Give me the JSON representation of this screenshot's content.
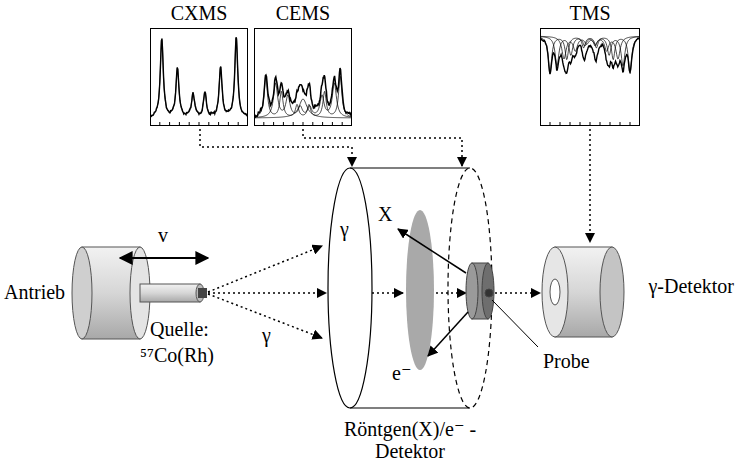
{
  "diagram": {
    "nodes": [
      {
        "text": [
          "CXMS"
        ]
      },
      {
        "text": [
          "CEMS"
        ]
      },
      {
        "text": [
          "TMS"
        ]
      },
      {
        "text": [
          "Röntgen(X)/e⁻ -Detektor"
        ]
      },
      {
        "text": [
          "γ-Detektor"
        ]
      }
    ],
    "edges": [
      {
        "from": 0,
        "to": 3,
        "arrow": "to"
      },
      {
        "from": 1,
        "to": 3,
        "arrow": "to"
      },
      {
        "from": 2,
        "to": 4,
        "arrow": "to"
      }
    ],
    "labels": [
      "Antrieb",
      "v",
      "γ",
      "γ",
      "Quelle:",
      "⁵⁷Co(Rh)",
      "X",
      "e⁻",
      "Probe"
    ]
  }
}
